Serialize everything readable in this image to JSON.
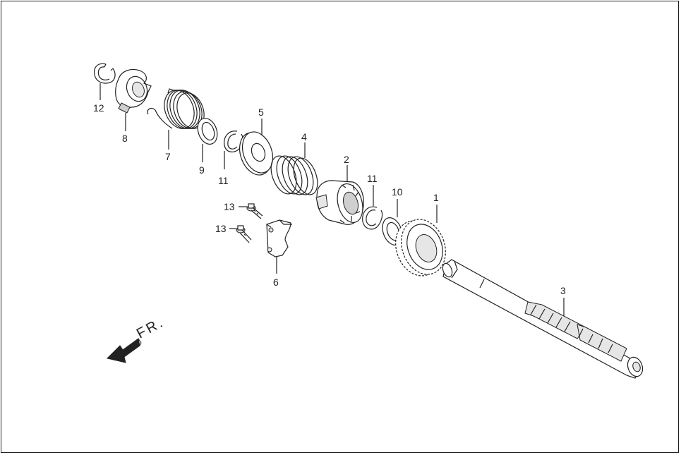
{
  "labels": {
    "p1": "1",
    "p2": "2",
    "p3": "3",
    "p4": "4",
    "p5": "5",
    "p6": "6",
    "p7": "7",
    "p8": "8",
    "p9": "9",
    "p10": "10",
    "p11a": "11",
    "p11b": "11",
    "p12": "12",
    "p13a": "13",
    "p13b": "13"
  },
  "direction": "FR."
}
